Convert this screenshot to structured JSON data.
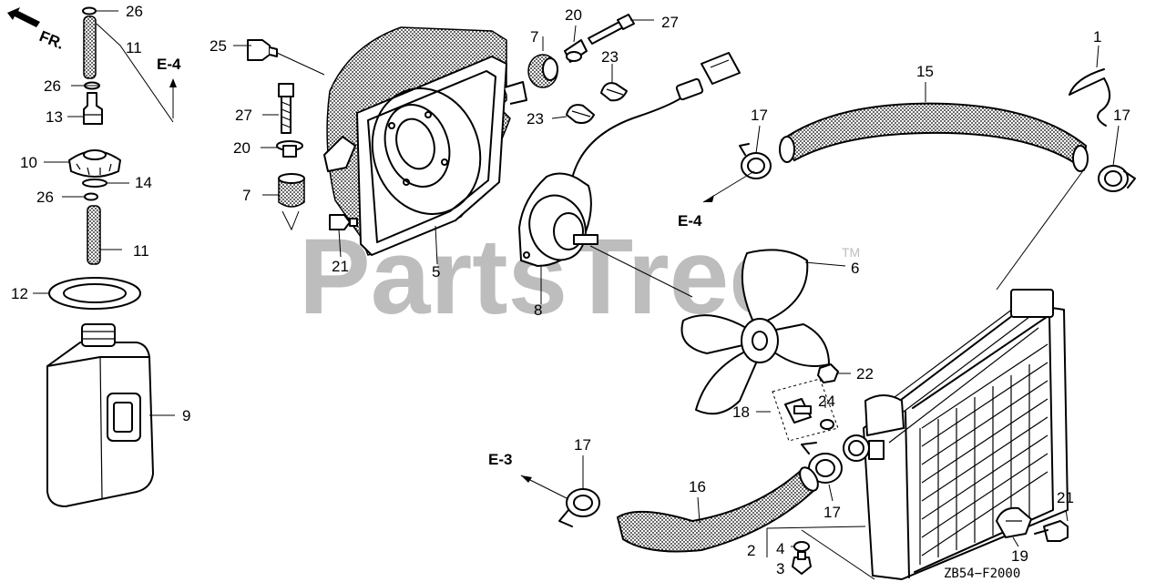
{
  "watermark": {
    "text": "PartsTree",
    "tm": "TM"
  },
  "direction_label": "FR.",
  "diagram_code": "ZB54−F2000",
  "refs": {
    "e4_top": "E-4",
    "e4_mid": "E-4",
    "e3": "E-3"
  },
  "callouts": {
    "c1": "1",
    "c2": "2",
    "c3": "3",
    "c4": "4",
    "c5": "5",
    "c6": "6",
    "c7a": "7",
    "c7b": "7",
    "c8": "8",
    "c9": "9",
    "c10": "10",
    "c11a": "11",
    "c11b": "11",
    "c12": "12",
    "c13": "13",
    "c14": "14",
    "c15": "15",
    "c16": "16",
    "c17a": "17",
    "c17b": "17",
    "c17c": "17",
    "c17d": "17",
    "c18": "18",
    "c19": "19",
    "c20a": "20",
    "c20b": "20",
    "c21a": "21",
    "c21b": "21",
    "c22": "22",
    "c23a": "23",
    "c23b": "23",
    "c24": "24",
    "c25": "25",
    "c26a": "26",
    "c26b": "26",
    "c26c": "26",
    "c27a": "27",
    "c27b": "27"
  }
}
